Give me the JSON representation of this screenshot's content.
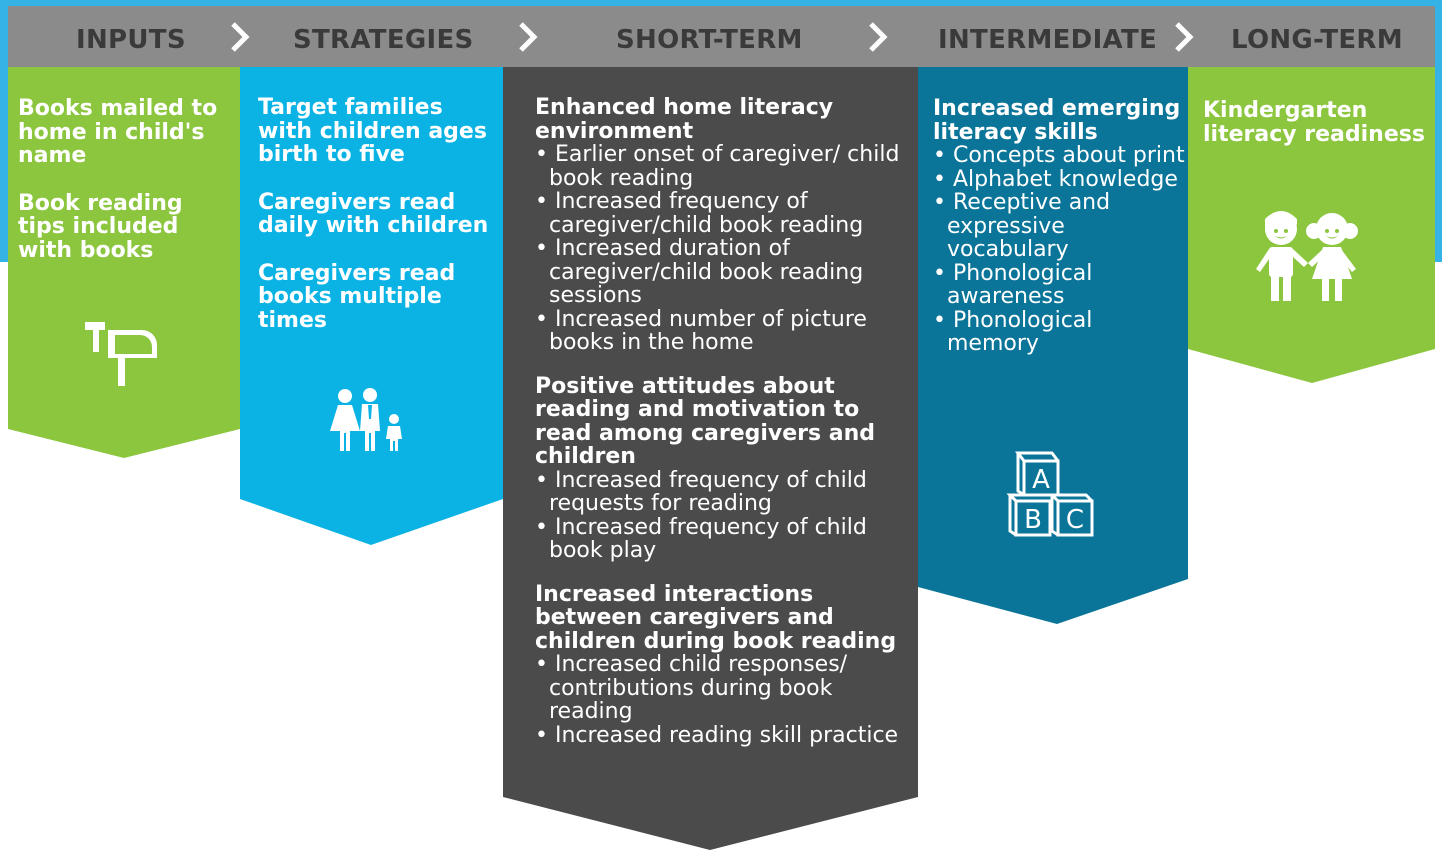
{
  "colors": {
    "accent_blue": "#35b3e6",
    "header_gray": "#8b8b8b",
    "inputs_green": "#8cc63f",
    "strategies_blue": "#0bb3e5",
    "shortterm_dark": "#4b4b4b",
    "intermediate_teal": "#0b7599",
    "longterm_green": "#8cc63f"
  },
  "header": {
    "inputs": "INPUTS",
    "strategies": "STRATEGIES",
    "short_term": "SHORT-TERM",
    "intermediate": "INTERMEDIATE",
    "long_term": "LONG-TERM"
  },
  "inputs": {
    "items": [
      "Books mailed to home in child's name",
      "Book reading tips included with books"
    ],
    "icon": "mailbox-icon"
  },
  "strategies": {
    "items": [
      "Target families with children ages birth to five",
      "Caregivers read daily with children",
      "Caregivers read books multiple times"
    ],
    "icon": "family-icon"
  },
  "short_term": {
    "groups": [
      {
        "heading": "Enhanced home literacy environment",
        "bullets": [
          "Earlier onset of caregiver/ child book reading",
          "Increased frequency of caregiver/child book reading",
          "Increased duration of caregiver/child book reading sessions",
          "Increased number of picture books in the home"
        ]
      },
      {
        "heading": "Positive attitudes about reading and motivation to read among caregivers and children",
        "bullets": [
          "Increased frequency of child requests for reading",
          "Increased frequency of child book play"
        ]
      },
      {
        "heading": "Increased interactions between caregivers and children during book reading",
        "bullets": [
          "Increased child responses/ contributions during book reading",
          "Increased reading skill practice"
        ]
      }
    ]
  },
  "intermediate": {
    "heading": "Increased emerging literacy skills",
    "bullets": [
      "Concepts about print",
      "Alphabet knowledge",
      "Receptive and expressive vocabulary",
      "Phonological awareness",
      "Phonological memory"
    ],
    "icon": "abc-blocks-icon",
    "block_letters": [
      "A",
      "B",
      "C"
    ]
  },
  "long_term": {
    "heading": "Kindergarten literacy readiness",
    "icon": "children-icon"
  }
}
